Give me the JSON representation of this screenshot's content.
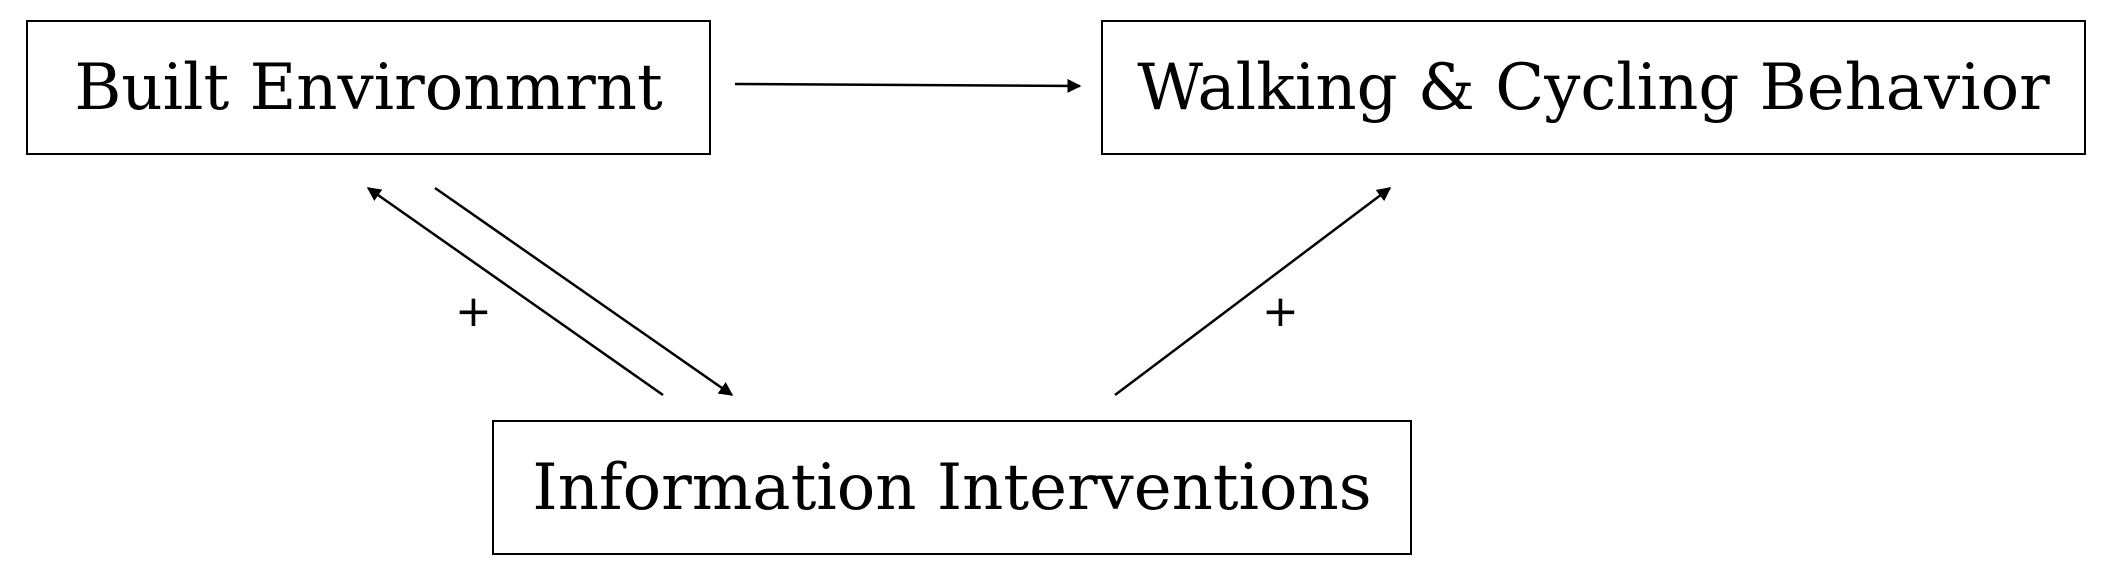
{
  "nodes": {
    "built_environment": "Built Environmrnt",
    "walking_cycling": "Walking & Cycling Behavior",
    "information_interventions": "Information Interventions"
  },
  "edges": [
    {
      "from": "built_environment",
      "to": "walking_cycling",
      "label": ""
    },
    {
      "from": "information_interventions",
      "to": "built_environment",
      "label": "+"
    },
    {
      "from": "built_environment",
      "to": "information_interventions",
      "label": ""
    },
    {
      "from": "information_interventions",
      "to": "walking_cycling",
      "label": "+"
    }
  ],
  "colors": {
    "stroke": "#000000",
    "background": "#ffffff"
  }
}
